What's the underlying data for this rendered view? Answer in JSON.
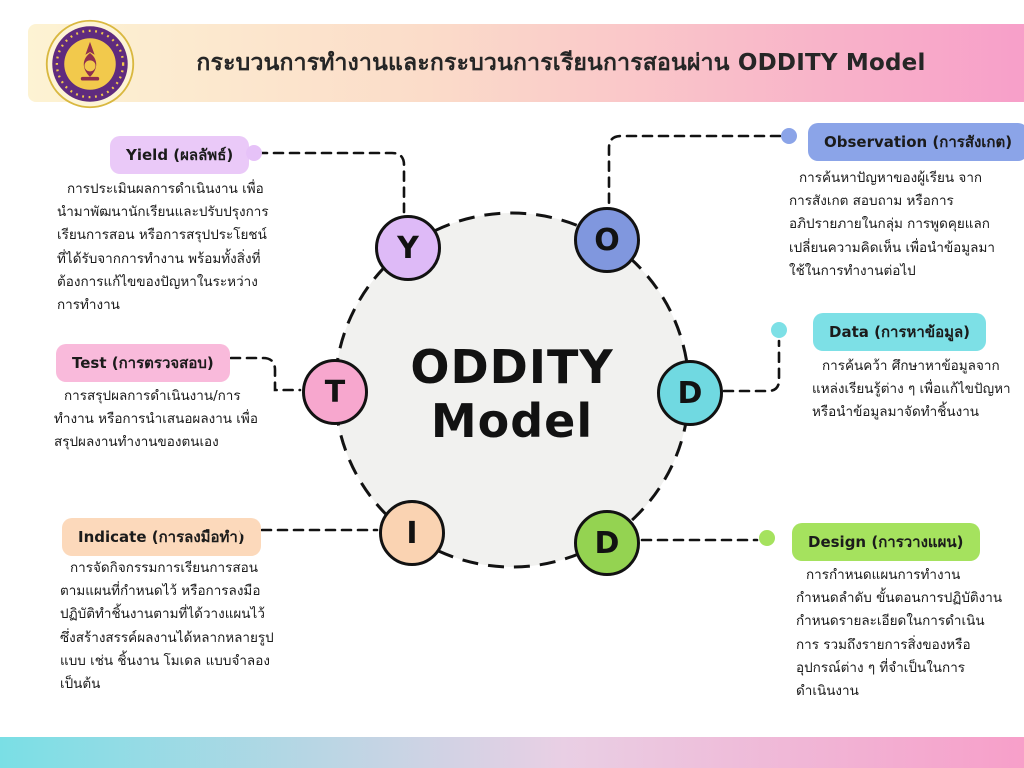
{
  "header": {
    "title": "กระบวนการทำงานและกระบวนการเรียนการสอนผ่าน ODDITY Model"
  },
  "center": {
    "line1": "ODDITY",
    "line2": "Model"
  },
  "sections": {
    "observation": {
      "letter": "O",
      "label": "Observation (การสังเกต)",
      "description": "การค้นหาปัญหาของผู้เรียน จากการสังเกต สอบถาม หรือการอภิปรายภายในกลุ่ม การพูดคุยแลกเปลี่ยนความคิดเห็น เพื่อนำข้อมูลมาใช้ในการทำงานต่อไป",
      "node_color": "#8097de",
      "pill_color": "#8ba4e8",
      "dot_color": "#8ba4e8"
    },
    "data": {
      "letter": "D",
      "label": "Data (การหาข้อมูล)",
      "description": "การค้นคว้า ศึกษาหาข้อมูลจากแหล่งเรียนรู้ต่าง ๆ เพื่อแก้ไขปัญหา หรือนำข้อมูลมาจัดทำชิ้นงาน",
      "node_color": "#70d9e1",
      "pill_color": "#7de0e6",
      "dot_color": "#7de0e6"
    },
    "design": {
      "letter": "D",
      "label": "Design (การวางแผน)",
      "description": "การกำหนดแผนการทำงาน กำหนดลำดับ ขั้นตอนการปฏิบัติงาน กำหนดรายละเอียดในการดำเนินการ รวมถึงรายการสิ่งของหรืออุปกรณ์ต่าง ๆ ที่จำเป็นในการดำเนินงาน",
      "node_color": "#94d351",
      "pill_color": "#a5e25e",
      "dot_color": "#a5e25e"
    },
    "indicate": {
      "letter": "I",
      "label": "Indicate (การลงมือทำ)",
      "description": "การจัดกิจกรรมการเรียนการสอนตามแผนที่กำหนดไว้ หรือการลงมือปฏิบัติทำชิ้นงานตามที่ได้วางแผนไว้ ซึ่งสร้างสรรค์ผลงานได้หลากหลายรูปแบบ เช่น ชิ้นงาน โมเดล แบบจำลอง เป็นต้น",
      "node_color": "#fad3b2",
      "pill_color": "#fcd9bb",
      "dot_color": "#fcd9bb"
    },
    "test": {
      "letter": "T",
      "label": "Test (การตรวจสอบ)",
      "description": "การสรุปผลการดำเนินงาน/การทำงาน หรือการนำเสนอผลงาน เพื่อสรุปผลงานทำงานของตนเอง",
      "node_color": "#f7a7ce",
      "pill_color": "#f9badb",
      "dot_color": "#f9badb"
    },
    "yield": {
      "letter": "Y",
      "label": "Yield (ผลลัพธ์)",
      "description": "การประเมินผลการดำเนินงาน เพื่อนำมาพัฒนานักเรียนและปรับปรุงการเรียนการสอน หรือการสรุปประโยชน์ที่ได้รับจากการทำงาน พร้อมทั้งสิ่งที่ต้องการแก้ไขของปัญหาในระหว่างการทำงาน",
      "node_color": "#debaf7",
      "pill_color": "#eac9f8",
      "dot_color": "#e6c2f8"
    }
  },
  "theme": {
    "banner_gradient_left": "#fdf3d3",
    "banner_gradient_right": "#f79fc9",
    "footer_gradient_left": "#7adfe5",
    "footer_gradient_right": "#f79fc9",
    "circle_fill": "#f1f1ef",
    "line_color": "#121212"
  }
}
